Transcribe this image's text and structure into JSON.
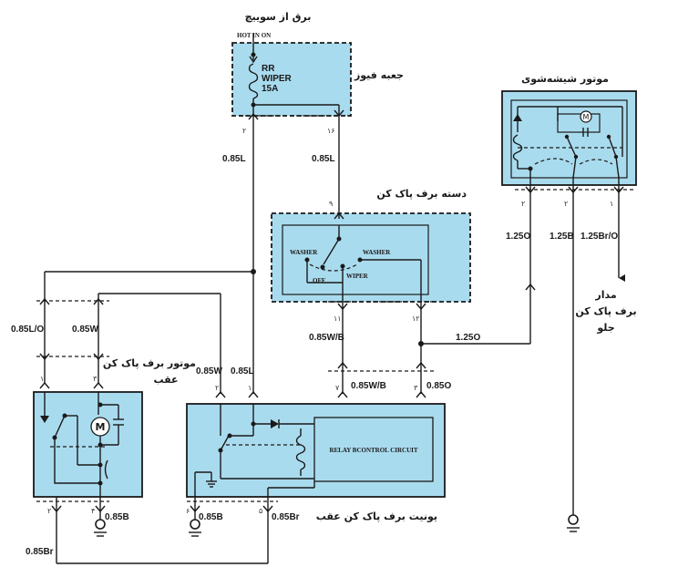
{
  "labels": {
    "ignition": "برق از سوییچ",
    "hot_in_on": "HOT IN ON",
    "fuse_box": "جعبه فیوز",
    "fuse_line1": "RR",
    "fuse_line2": "WIPER",
    "fuse_line3": "15A",
    "wiper_switch": "دسته برف پاک کن",
    "switch_washer_left": "WASHER",
    "switch_washer_right": "WASHER",
    "switch_off": "OFF",
    "switch_wiper": "WIPER",
    "washer_motor": "موتور شیشه‌شوی",
    "front_wiper_circuit_1": "مدار",
    "front_wiper_circuit_2": "برف پاک کن",
    "front_wiper_circuit_3": "جلو",
    "rear_motor_1": "موتور برف پاک کن",
    "rear_motor_2": "عقب",
    "rear_unit": "یونیت برف پاک کن عقب",
    "relay": "RELAY BCONTROL CIRCUIT",
    "motor_symbol": "M",
    "washer_motor_symbol": "M"
  },
  "wires": {
    "w085L_a": "0.85L",
    "w085L_b": "0.85L",
    "w085L_c": "0.85L",
    "w085LO": "0.85L/O",
    "w085W_a": "0.85W",
    "w085W_b": "0.85W",
    "w085WB_a": "0.85W/B",
    "w085WB_b": "0.85W/B",
    "w085O": "0.85O",
    "w125O_a": "1.25O",
    "w125O_b": "1.25O",
    "w125B": "1.25B",
    "w125BrO": "1.25Br/O",
    "w085B_a": "0.85B",
    "w085B_b": "0.85B",
    "w085Br_a": "0.85Br",
    "w085Br_b": "0.85Br"
  },
  "pins": {
    "fuse_left": "۲",
    "fuse_right": "۱۶",
    "switch_top": "۹",
    "switch_l": "۱۱",
    "switch_r": "۱۲",
    "washer_l": "۲",
    "washer_m": "۲",
    "washer_r": "۱",
    "motor_tl": "۱",
    "motor_tr": "۳",
    "motor_bl": "۲",
    "motor_br": "۴",
    "unit_t1": "۲",
    "unit_t2": "۱",
    "unit_t3": "۷",
    "unit_t4": "۳",
    "unit_b1": "۶",
    "unit_b2": "۵"
  }
}
